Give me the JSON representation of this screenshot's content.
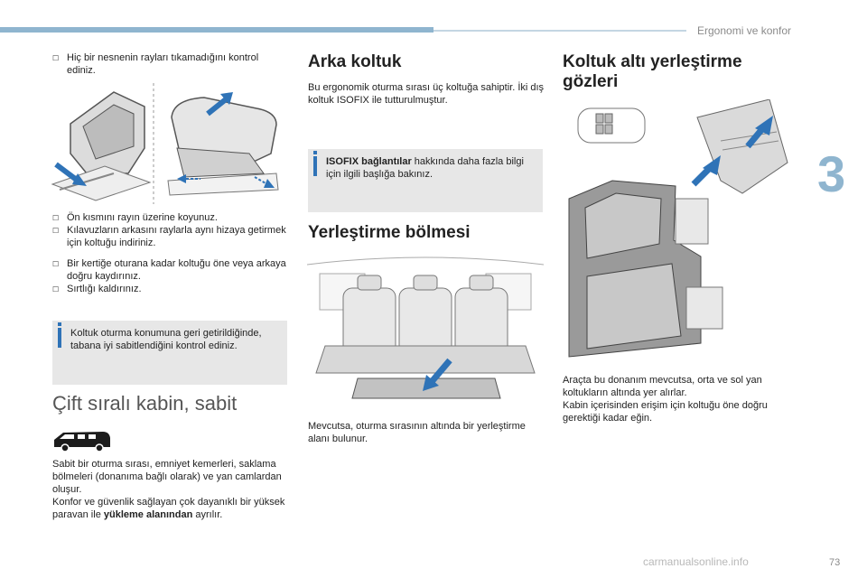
{
  "header": {
    "section_title": "Ergonomi ve konfor",
    "chapter_number": "3",
    "page_number": "73"
  },
  "watermark": "carmanualsonline.info",
  "colors": {
    "accent": "#2f73b7",
    "bar": "#8fb5cf",
    "note_bg": "#e7e7e7"
  },
  "left": {
    "bullets_top": [
      "Hiç bir nesnenin rayları tıkamadığını kontrol ediniz."
    ],
    "bullets_mid": [
      "Ön kısmını rayın üzerine koyunuz.",
      "Kılavuzların arkasını raylarla aynı hizaya getirmek için koltuğu indiriniz."
    ],
    "bullets_low": [
      "Bir kertiğe oturana kadar koltuğu öne veya arkaya doğru kaydırınız.",
      "Sırtlığı kaldırınız."
    ],
    "note": "Koltuk oturma konumuna geri getirildiğinde, tabana iyi sabitlendiğini kontrol ediniz.",
    "heading": "Çift sıralı kabin, sabit",
    "para_1": "Sabit bir oturma sırası, emniyet kemerleri, saklama bölmeleri (donanıma bağlı olarak) ve yan camlardan oluşur.",
    "para_2a": "Konfor ve güvenlik sağlayan çok dayanıklı bir yüksek paravan ile ",
    "para_2b": "yükleme alanından",
    "para_2c": " ayrılır."
  },
  "middle": {
    "heading_1": "Arka koltuk",
    "para_1": "Bu ergonomik oturma sırası üç koltuğa sahiptir. İki dış koltuk ISOFIX ile tutturulmuştur.",
    "note_bold": "ISOFIX bağlantılar",
    "note_rest": " hakkında daha fazla bilgi için ilgili başlığa bakınız.",
    "heading_2": "Yerleştirme bölmesi",
    "para_2": "Mevcutsa, oturma sırasının altında bir yerleştirme alanı bulunur."
  },
  "right": {
    "heading": "Koltuk altı yerleştirme gözleri",
    "para_1": "Araçta bu donanım mevcutsa, orta ve sol yan koltukların altında yer alırlar.",
    "para_2": "Kabin içerisinden erişim için koltuğu öne doğru gerektiği kadar eğin."
  },
  "icons": {
    "bullet": "checkbox-bullet-icon",
    "note": "info-icon",
    "van": "van-icon"
  }
}
